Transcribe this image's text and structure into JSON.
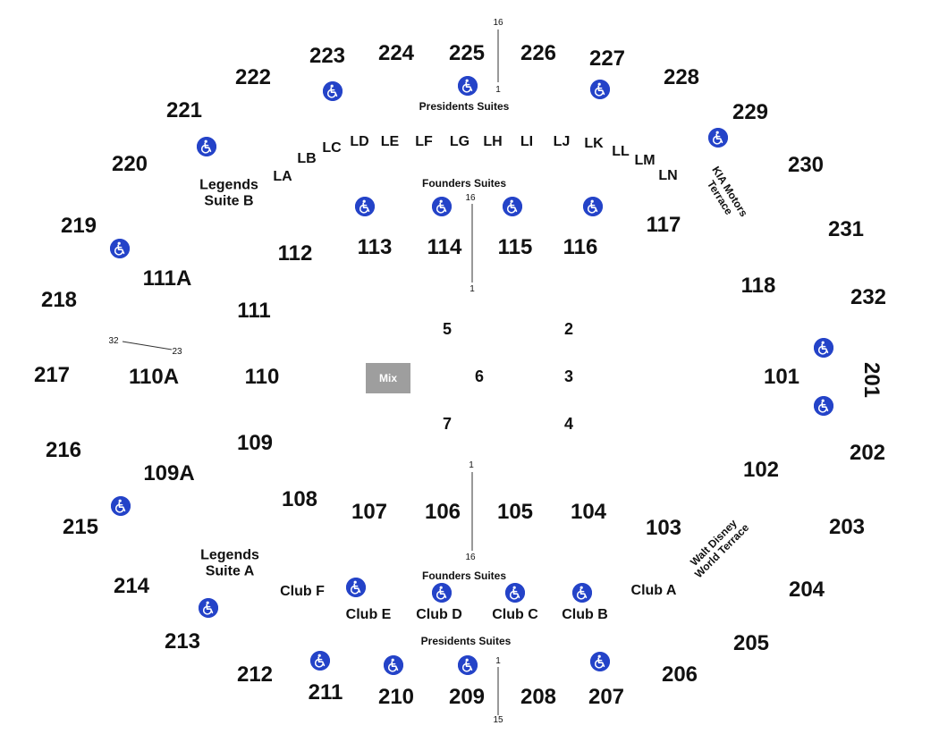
{
  "sections": {
    "s201": "201",
    "s202": "202",
    "s203": "203",
    "s204": "204",
    "s205": "205",
    "s206": "206",
    "s207": "207",
    "s208": "208",
    "s209": "209",
    "s210": "210",
    "s211": "211",
    "s212": "212",
    "s213": "213",
    "s214": "214",
    "s215": "215",
    "s216": "216",
    "s217": "217",
    "s218": "218",
    "s219": "219",
    "s220": "220",
    "s221": "221",
    "s222": "222",
    "s223": "223",
    "s224": "224",
    "s225": "225",
    "s226": "226",
    "s227": "227",
    "s228": "228",
    "s229": "229",
    "s230": "230",
    "s231": "231",
    "s232": "232",
    "s101": "101",
    "s102": "102",
    "s103": "103",
    "s104": "104",
    "s105": "105",
    "s106": "106",
    "s107": "107",
    "s108": "108",
    "s109": "109",
    "s109a": "109A",
    "s110": "110",
    "s110a": "110A",
    "s111": "111",
    "s111a": "111A",
    "s112": "112",
    "s113": "113",
    "s114": "114",
    "s115": "115",
    "s116": "116",
    "s117": "117",
    "s118": "118"
  },
  "loge": {
    "la": "LA",
    "lb": "LB",
    "lc": "LC",
    "ld": "LD",
    "le": "LE",
    "lf": "LF",
    "lg": "LG",
    "lh": "LH",
    "li": "LI",
    "lj": "LJ",
    "lk": "LK",
    "ll": "LL",
    "lm": "LM",
    "ln": "LN"
  },
  "floor": {
    "f2": "2",
    "f3": "3",
    "f4": "4",
    "f5": "5",
    "f6": "6",
    "f7": "7",
    "mix": "Mix"
  },
  "suites": {
    "presidents_top": "Presidents Suites",
    "founders_top": "Founders Suites",
    "founders_bottom": "Founders Suites",
    "presidents_bottom": "Presidents Suites",
    "legends_b_1": "Legends",
    "legends_b_2": "Suite B",
    "legends_a_1": "Legends",
    "legends_a_2": "Suite A"
  },
  "clubs": {
    "a": "Club A",
    "b": "Club B",
    "c": "Club C",
    "d": "Club D",
    "e": "Club E",
    "f": "Club F"
  },
  "terraces": {
    "kia_1": "KIA Motors",
    "kia_2": "Terrace",
    "wdw_1": "Walt Disney",
    "wdw_2": "World Terrace"
  },
  "row_numbers": {
    "pres_top_high": "16",
    "pres_top_low": "1",
    "found_top_high": "16",
    "found_top_low": "1",
    "found_bot_high": "1",
    "found_bot_low": "16",
    "pres_bot_high": "1",
    "pres_bot_low": "15",
    "left_a": "32",
    "left_b": "23"
  },
  "icons": {
    "accessible": "wheelchair-icon"
  },
  "colors": {
    "accessible": "#2443c8",
    "mix_box": "#9e9e9e"
  }
}
